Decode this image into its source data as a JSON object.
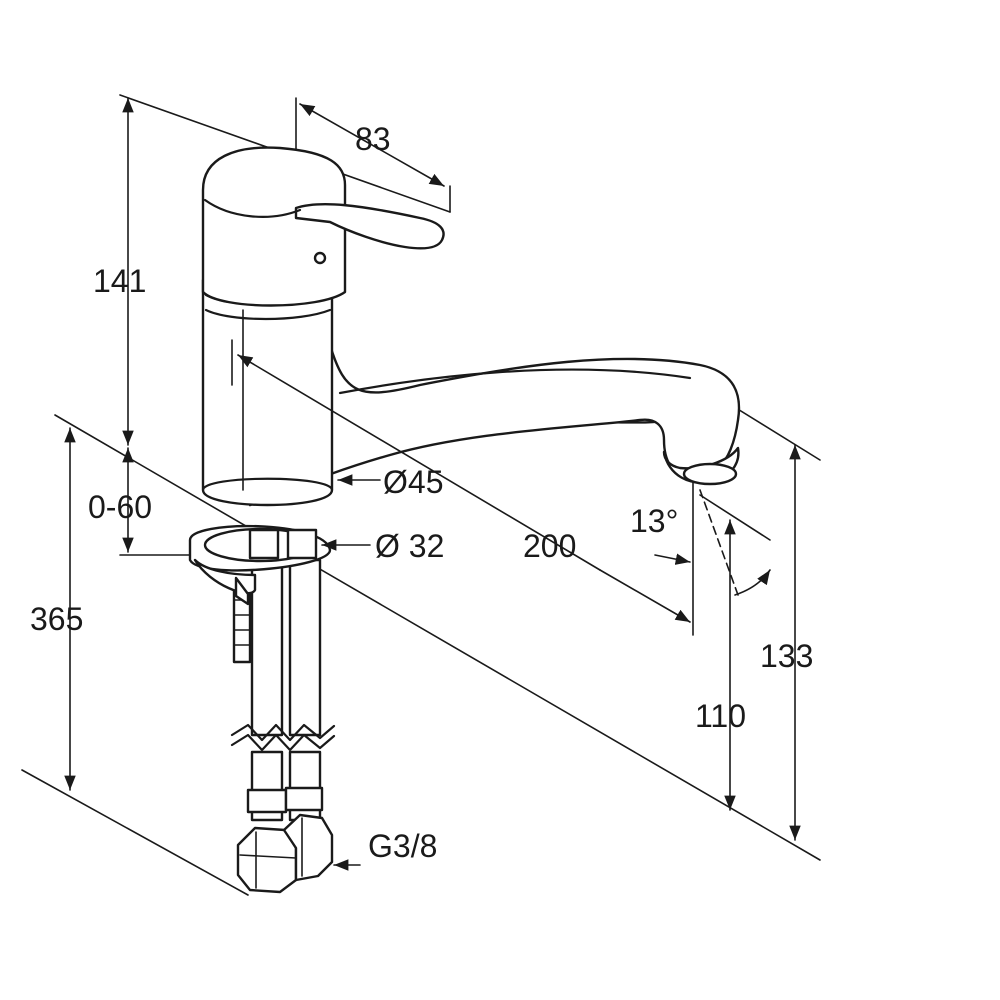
{
  "dimensions": {
    "lever_length": "83",
    "body_height": "141",
    "deck_range": "0-60",
    "total_height": "365",
    "body_diameter": "Ø45",
    "base_diameter": "Ø 32",
    "spout_reach": "200",
    "spout_angle": "13°",
    "outlet_height": "110",
    "spout_height": "133",
    "connection_thread": "G3/8"
  }
}
